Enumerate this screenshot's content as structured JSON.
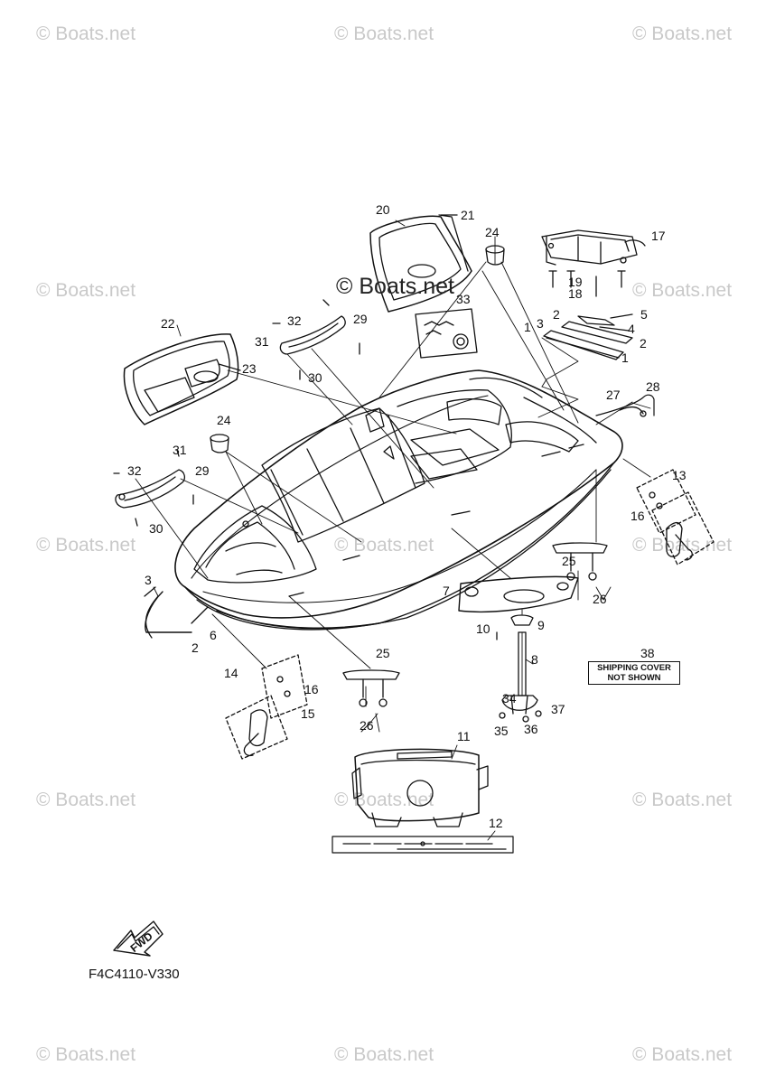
{
  "watermark": "© Boats.net",
  "center_watermark": "© Boats.net",
  "diagram_code": "F4C4110-V330",
  "fwd_label": "FWD",
  "shipping_note": {
    "line1": "SHIPPING COVER",
    "line2": "NOT SHOWN"
  },
  "callouts": {
    "c1a": "1",
    "c1b": "1",
    "c2a": "2",
    "c2b": "2",
    "c2c": "2",
    "c3a": "3",
    "c3b": "3",
    "c4": "4",
    "c5": "5",
    "c6": "6",
    "c7": "7",
    "c8": "8",
    "c9": "9",
    "c10": "10",
    "c11": "11",
    "c12": "12",
    "c13": "13",
    "c14": "14",
    "c15": "15",
    "c16a": "16",
    "c16b": "16",
    "c17": "17",
    "c18": "18",
    "c19": "19",
    "c20": "20",
    "c21": "21",
    "c22": "22",
    "c23": "23",
    "c24a": "24",
    "c24b": "24",
    "c25a": "25",
    "c25b": "25",
    "c26a": "26",
    "c26b": "26",
    "c27": "27",
    "c28": "28",
    "c29a": "29",
    "c29b": "29",
    "c30a": "30",
    "c30b": "30",
    "c31a": "31",
    "c31b": "31",
    "c32a": "32",
    "c32b": "32",
    "c33": "33",
    "c34": "34",
    "c35": "35",
    "c36": "36",
    "c37": "37",
    "c38": "38"
  }
}
